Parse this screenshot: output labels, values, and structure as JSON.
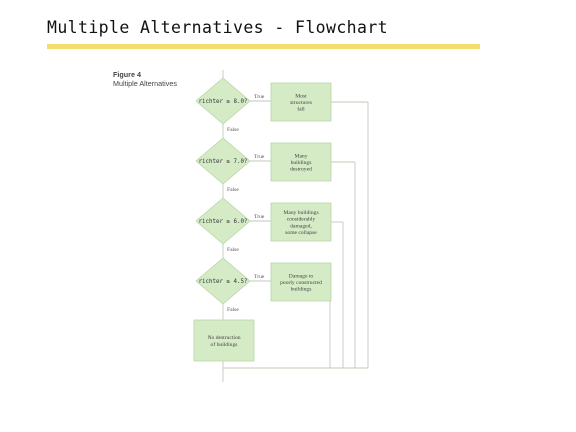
{
  "slide": {
    "title": "Multiple Alternatives - Flowchart",
    "accent_color": "#f3dd6d"
  },
  "figure": {
    "label": "Figure 4",
    "caption": "Multiple Alternatives"
  },
  "colors": {
    "node_fill": "#d4ebc6",
    "node_stroke": "#b9d6a8",
    "line": "#bccdb8"
  },
  "flowchart": {
    "decisions": [
      {
        "condition": "richter ≥ 8.0?",
        "true_label": "True",
        "false_label": "False",
        "outcome": [
          "Most",
          "structures",
          "fall"
        ]
      },
      {
        "condition": "richter ≥ 7.0?",
        "true_label": "True",
        "false_label": "False",
        "outcome": [
          "Many",
          "buildings",
          "destroyed"
        ]
      },
      {
        "condition": "richter ≥ 6.0?",
        "true_label": "True",
        "false_label": "False",
        "outcome": [
          "Many buildings",
          "considerably",
          "damaged,",
          "some collapse"
        ]
      },
      {
        "condition": "richter ≥ 4.5?",
        "true_label": "True",
        "false_label": "False",
        "outcome": [
          "Damage to",
          "poorly constructed",
          "buildings"
        ]
      }
    ],
    "default_outcome": [
      "No destruction",
      "of buildings"
    ]
  }
}
